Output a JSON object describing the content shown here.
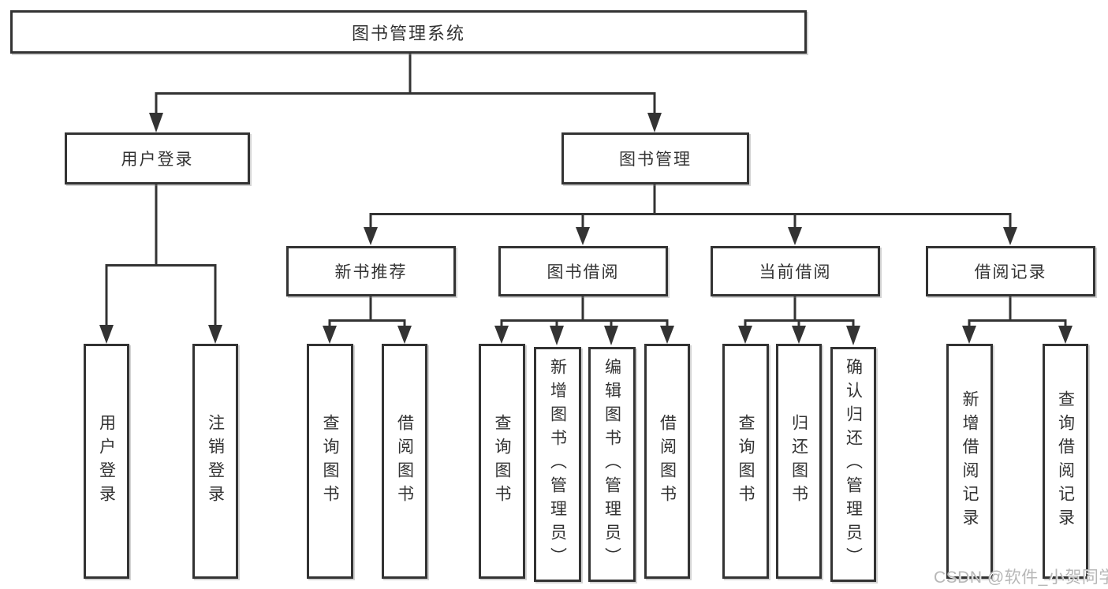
{
  "diagram": {
    "title": "图书管理系统",
    "nodes": {
      "root": "图书管理系统",
      "user_login": "用户登录",
      "book_mgmt": "图书管理",
      "new_book_rec": "新书推荐",
      "book_borrow": "图书借阅",
      "current_borrow": "当前借阅",
      "borrow_records": "借阅记录",
      "leaf_user_login": "用户登录",
      "leaf_logout": "注销登录",
      "leaf_nbr_query": "查询图书",
      "leaf_nbr_borrow": "借阅图书",
      "leaf_bb_query": "查询图书",
      "leaf_bb_add": "新增图书（管理员）",
      "leaf_bb_edit": "编辑图书（管理员）",
      "leaf_bb_borrow": "借阅图书",
      "leaf_cb_query": "查询图书",
      "leaf_cb_return": "归还图书",
      "leaf_cb_confirm": "确认归还（管理员）",
      "leaf_br_add": "新增借阅记录",
      "leaf_br_query": "查询借阅记录"
    },
    "edges": [
      [
        "图书管理系统",
        "用户登录"
      ],
      [
        "图书管理系统",
        "图书管理"
      ],
      [
        "用户登录",
        "用户登录(叶)"
      ],
      [
        "用户登录",
        "注销登录"
      ],
      [
        "图书管理",
        "新书推荐"
      ],
      [
        "图书管理",
        "图书借阅"
      ],
      [
        "图书管理",
        "当前借阅"
      ],
      [
        "图书管理",
        "借阅记录"
      ],
      [
        "新书推荐",
        "查询图书"
      ],
      [
        "新书推荐",
        "借阅图书"
      ],
      [
        "图书借阅",
        "查询图书"
      ],
      [
        "图书借阅",
        "新增图书（管理员）"
      ],
      [
        "图书借阅",
        "编辑图书（管理员）"
      ],
      [
        "图书借阅",
        "借阅图书"
      ],
      [
        "当前借阅",
        "查询图书"
      ],
      [
        "当前借阅",
        "归还图书"
      ],
      [
        "当前借阅",
        "确认归还（管理员）"
      ],
      [
        "借阅记录",
        "新增借阅记录"
      ],
      [
        "借阅记录",
        "查询借阅记录"
      ]
    ],
    "colors": {
      "line": "#333333",
      "text": "#333333",
      "box_background": "#ffffff",
      "watermark": "#b7b7b7"
    }
  },
  "watermark": {
    "text": "CSDN @软件_小贺同学"
  }
}
